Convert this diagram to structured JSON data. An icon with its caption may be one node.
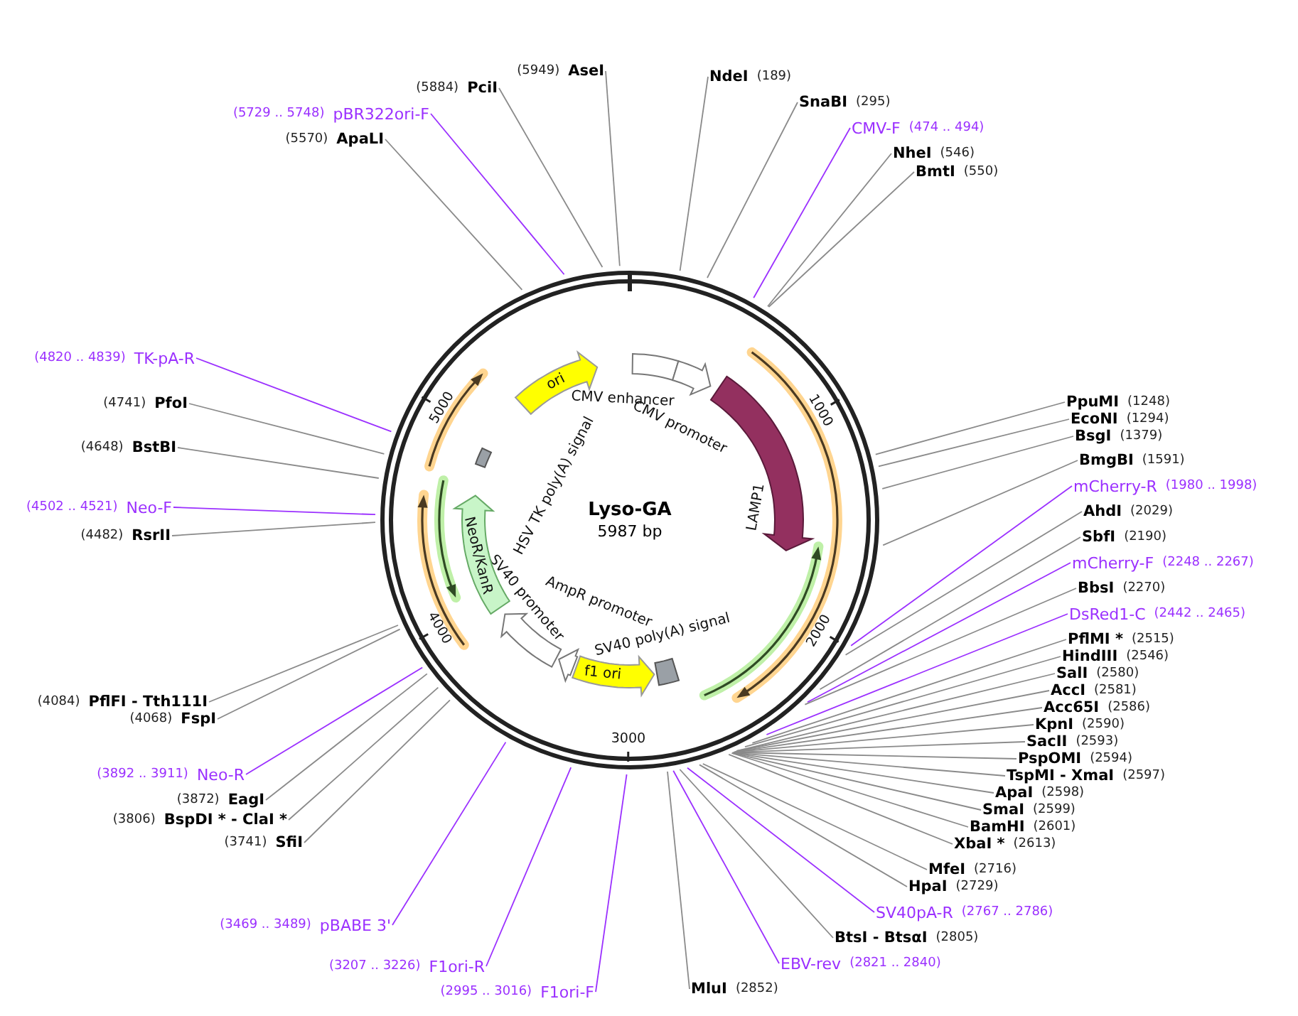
{
  "diagram": {
    "title": "Lyso-GA",
    "nodes": [
      {
        "text": [
          "NdeI",
          "(189)"
        ]
      },
      {
        "text": [
          "SnaBI",
          "(295)"
        ]
      },
      {
        "text": [
          "CMV-F",
          "(474 .. 494)"
        ]
      },
      {
        "text": [
          "NheI",
          "(546)"
        ]
      },
      {
        "text": [
          "BmtI",
          "(550)"
        ]
      },
      {
        "text": [
          "PpuMI",
          "(1248)"
        ]
      },
      {
        "text": [
          "EcoNI",
          "(1294)"
        ]
      },
      {
        "text": [
          "BsgI",
          "(1379)"
        ]
      },
      {
        "text": [
          "BmgBI",
          "(1591)"
        ]
      },
      {
        "text": [
          "mCherry-R",
          "(1980 .. 1998)"
        ]
      },
      {
        "text": [
          "AhdI",
          "(2029)"
        ]
      },
      {
        "text": [
          "SbfI",
          "(2190)"
        ]
      },
      {
        "text": [
          "mCherry-F",
          "(2248 .. 2267)"
        ]
      },
      {
        "text": [
          "BbsI",
          "(2270)"
        ]
      },
      {
        "text": [
          "DsRed1-C",
          "(2442 .. 2465)"
        ]
      },
      {
        "text": [
          "PflMI *",
          "(2515)"
        ]
      },
      {
        "text": [
          "HindIII",
          "(2546)"
        ]
      },
      {
        "text": [
          "SalI",
          "(2580)"
        ]
      },
      {
        "text": [
          "AccI",
          "(2581)"
        ]
      },
      {
        "text": [
          "Acc65I",
          "(2586)"
        ]
      },
      {
        "text": [
          "KpnI",
          "(2590)"
        ]
      },
      {
        "text": [
          "SacII",
          "(2593)"
        ]
      },
      {
        "text": [
          "PspOMI",
          "(2594)"
        ]
      },
      {
        "text": [
          "TspMI - XmaI",
          "(2597)"
        ]
      },
      {
        "text": [
          "ApaI",
          "(2598)"
        ]
      },
      {
        "text": [
          "SmaI",
          "(2599)"
        ]
      },
      {
        "text": [
          "BamHI",
          "(2601)"
        ]
      },
      {
        "text": [
          "XbaI *",
          "(2613)"
        ]
      },
      {
        "text": [
          "MfeI",
          "(2716)"
        ]
      },
      {
        "text": [
          "HpaI",
          "(2729)"
        ]
      },
      {
        "text": [
          "SV40pA-R",
          "(2767 .. 2786)"
        ]
      },
      {
        "text": [
          "BtsI - BtsαI",
          "(2805)"
        ]
      },
      {
        "text": [
          "EBV-rev",
          "(2821 .. 2840)"
        ]
      },
      {
        "text": [
          "MluI",
          "(2852)"
        ]
      },
      {
        "text": [
          "(2995 .. 3016)",
          "F1ori-F"
        ]
      },
      {
        "text": [
          "(3207 .. 3226)",
          "F1ori-R"
        ]
      },
      {
        "text": [
          "(3469 .. 3489)",
          "pBABE 3'"
        ]
      },
      {
        "text": [
          "(3741)",
          "SfiI"
        ]
      },
      {
        "text": [
          "(3806)",
          "BspDI * - ClaI *"
        ]
      },
      {
        "text": [
          "(3872)",
          "EagI"
        ]
      },
      {
        "text": [
          "(3892 .. 3911)",
          "Neo-R"
        ]
      },
      {
        "text": [
          "(4068)",
          "FspI"
        ]
      },
      {
        "text": [
          "(4084)",
          "PflFI - Tth111I"
        ]
      },
      {
        "text": [
          "(4482)",
          "RsrII"
        ]
      },
      {
        "text": [
          "(4502 .. 4521)",
          "Neo-F"
        ]
      },
      {
        "text": [
          "(4648)",
          "BstBI"
        ]
      },
      {
        "text": [
          "(4741)",
          "PfoI"
        ]
      },
      {
        "text": [
          "(4820 .. 4839)",
          "TK-pA-R"
        ]
      },
      {
        "text": [
          "(5570)",
          "ApaLI"
        ]
      },
      {
        "text": [
          "(5729 .. 5748)",
          "pBR322ori-F"
        ]
      },
      {
        "text": [
          "(5884)",
          "PciI"
        ]
      },
      {
        "text": [
          "(5949)",
          "AseI"
        ]
      },
      {
        "text": [
          "CMV enhancer"
        ]
      },
      {
        "text": [
          "CMV promoter"
        ]
      },
      {
        "text": [
          "LAMP1"
        ]
      },
      {
        "text": [
          "SV40 poly(A) signal"
        ]
      },
      {
        "text": [
          "f1 ori"
        ]
      },
      {
        "text": [
          "AmpR promoter"
        ]
      },
      {
        "text": [
          "SV40 promoter"
        ]
      },
      {
        "text": [
          "NeoR/KanR"
        ]
      },
      {
        "text": [
          "HSV TK poly(A) signal"
        ]
      },
      {
        "text": [
          "ori"
        ]
      }
    ],
    "edges": [
      {
        "from": 0,
        "to": null,
        "arrow": "none"
      },
      {
        "from": 1,
        "to": null,
        "arrow": "none"
      },
      {
        "from": 2,
        "to": null,
        "arrow": "none",
        "color": "#9b30ff"
      },
      {
        "from": 3,
        "to": null,
        "arrow": "none"
      },
      {
        "from": 4,
        "to": null,
        "arrow": "none"
      },
      {
        "from": 5,
        "to": null,
        "arrow": "none"
      },
      {
        "from": 6,
        "to": null,
        "arrow": "none"
      },
      {
        "from": 7,
        "to": null,
        "arrow": "none"
      },
      {
        "from": 8,
        "to": null,
        "arrow": "none"
      },
      {
        "from": 9,
        "to": null,
        "arrow": "none",
        "color": "#9b30ff"
      },
      {
        "from": 10,
        "to": null,
        "arrow": "none"
      },
      {
        "from": 11,
        "to": null,
        "arrow": "none"
      },
      {
        "from": 12,
        "to": null,
        "arrow": "none",
        "color": "#9b30ff"
      },
      {
        "from": 13,
        "to": null,
        "arrow": "none"
      },
      {
        "from": 14,
        "to": null,
        "arrow": "none",
        "color": "#9b30ff"
      },
      {
        "from": 15,
        "to": null,
        "arrow": "none"
      },
      {
        "from": 16,
        "to": null,
        "arrow": "none"
      },
      {
        "from": 17,
        "to": null,
        "arrow": "none"
      },
      {
        "from": 18,
        "to": null,
        "arrow": "none"
      },
      {
        "from": 19,
        "to": null,
        "arrow": "none"
      },
      {
        "from": 20,
        "to": null,
        "arrow": "none"
      },
      {
        "from": 21,
        "to": null,
        "arrow": "none"
      },
      {
        "from": 22,
        "to": null,
        "arrow": "none"
      },
      {
        "from": 23,
        "to": null,
        "arrow": "none"
      },
      {
        "from": 24,
        "to": null,
        "arrow": "none"
      },
      {
        "from": 25,
        "to": null,
        "arrow": "none"
      },
      {
        "from": 26,
        "to": null,
        "arrow": "none"
      },
      {
        "from": 27,
        "to": null,
        "arrow": "none"
      },
      {
        "from": 28,
        "to": null,
        "arrow": "none"
      },
      {
        "from": 29,
        "to": null,
        "arrow": "none"
      },
      {
        "from": 30,
        "to": null,
        "arrow": "none",
        "color": "#9b30ff"
      },
      {
        "from": 31,
        "to": null,
        "arrow": "none"
      },
      {
        "from": 32,
        "to": null,
        "arrow": "none",
        "color": "#9b30ff"
      },
      {
        "from": 33,
        "to": null,
        "arrow": "none"
      },
      {
        "from": 34,
        "to": null,
        "arrow": "none",
        "color": "#9b30ff"
      },
      {
        "from": 35,
        "to": null,
        "arrow": "none",
        "color": "#9b30ff"
      },
      {
        "from": 36,
        "to": null,
        "arrow": "none",
        "color": "#9b30ff"
      },
      {
        "from": 37,
        "to": null,
        "arrow": "none"
      },
      {
        "from": 38,
        "to": null,
        "arrow": "none"
      },
      {
        "from": 39,
        "to": null,
        "arrow": "none"
      },
      {
        "from": 40,
        "to": null,
        "arrow": "none",
        "color": "#9b30ff"
      },
      {
        "from": 41,
        "to": null,
        "arrow": "none"
      },
      {
        "from": 42,
        "to": null,
        "arrow": "none"
      },
      {
        "from": 43,
        "to": null,
        "arrow": "none"
      },
      {
        "from": 44,
        "to": null,
        "arrow": "none",
        "color": "#9b30ff"
      },
      {
        "from": 45,
        "to": null,
        "arrow": "none"
      },
      {
        "from": 46,
        "to": null,
        "arrow": "none"
      },
      {
        "from": 47,
        "to": null,
        "arrow": "none",
        "color": "#9b30ff"
      },
      {
        "from": 48,
        "to": null,
        "arrow": "none"
      },
      {
        "from": 49,
        "to": null,
        "arrow": "none",
        "color": "#9b30ff"
      },
      {
        "from": 50,
        "to": null,
        "arrow": "none"
      },
      {
        "from": 51,
        "to": null,
        "arrow": "none"
      }
    ],
    "labels": [
      "1000",
      "2000",
      "3000",
      "4000",
      "5000",
      "5987 bp"
    ]
  }
}
